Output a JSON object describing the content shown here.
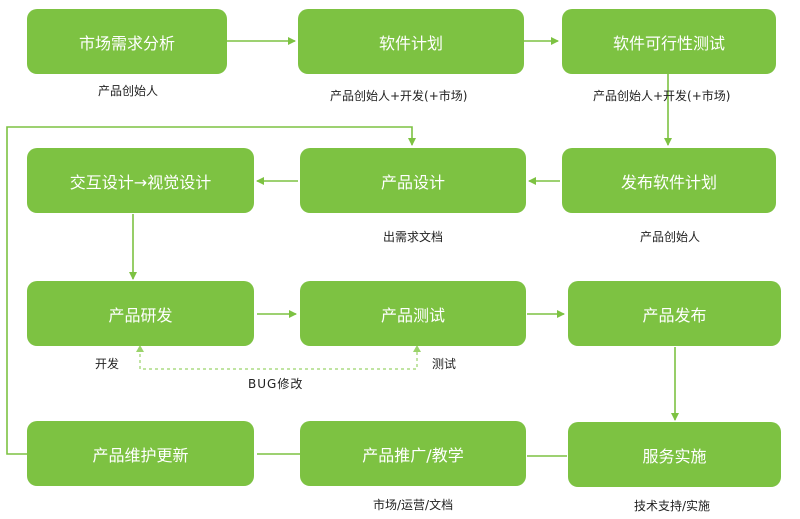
{
  "nodes": {
    "market_analysis": "市场需求分析",
    "software_plan": "软件计划",
    "software_feasibility": "软件可行性测试",
    "interaction_visual": "交互设计→视觉设计",
    "product_design": "产品设计",
    "release_plan": "发布软件计划",
    "product_dev": "产品研发",
    "product_test": "产品测试",
    "product_release": "产品发布",
    "maintenance": "产品维护更新",
    "promotion": "产品推广/教学",
    "service": "服务实施"
  },
  "notes": {
    "market_analysis": "产品创始人",
    "software_plan": "产品创始人+开发(+市场)",
    "software_feasibility": "产品创始人+开发(+市场)",
    "product_design": "出需求文档",
    "release_plan": "产品创始人",
    "dev": "开发",
    "test": "测试",
    "bug_fix": "BUG修改",
    "promotion": "市场/运营/文档",
    "service": "技术支持/实施"
  },
  "colors": {
    "box": "#7dc242",
    "line": "#7dc242",
    "text": "#ffffff"
  }
}
